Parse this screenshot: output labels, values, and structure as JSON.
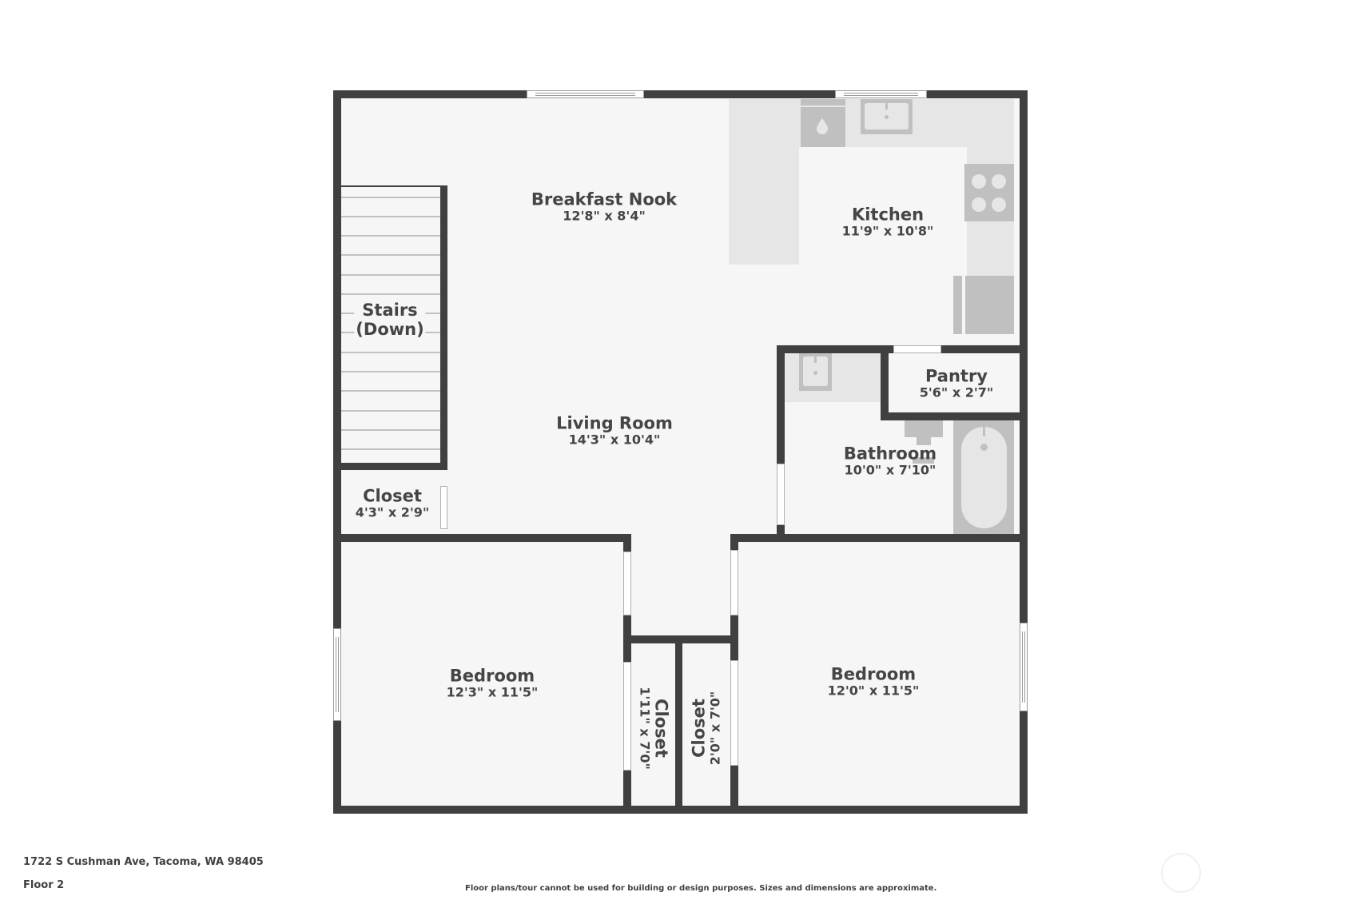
{
  "plan": {
    "floor_label": "Floor 2",
    "address": "1722 S Cushman Ave, Tacoma, WA 98405",
    "disclaimer": "Floor plans/tour cannot be used for building or design purposes. Sizes and dimensions are approximate.",
    "colors": {
      "wall": "#404040",
      "floor": "#f6f6f6",
      "counter": "#e6e6e6",
      "appliance": "#c0c0c0",
      "text": "#454545"
    }
  },
  "rooms": {
    "breakfast_nook": {
      "name": "Breakfast Nook",
      "dim": "12'8\" x 8'4\""
    },
    "kitchen": {
      "name": "Kitchen",
      "dim": "11'9\" x 10'8\""
    },
    "stairs": {
      "name": "Stairs",
      "sub": "(Down)"
    },
    "living_room": {
      "name": "Living Room",
      "dim": "14'3\" x 10'4\""
    },
    "pantry": {
      "name": "Pantry",
      "dim": "5'6\" x 2'7\""
    },
    "bathroom": {
      "name": "Bathroom",
      "dim": "10'0\" x 7'10\""
    },
    "closet_stairs": {
      "name": "Closet",
      "dim": "4'3\" x 2'9\""
    },
    "bedroom_left": {
      "name": "Bedroom",
      "dim": "12'3\" x 11'5\""
    },
    "bedroom_right": {
      "name": "Bedroom",
      "dim": "12'0\" x 11'5\""
    },
    "closet_hall_left": {
      "name": "Closet",
      "dim": "1'11\" x 7'0\""
    },
    "closet_hall_right": {
      "name": "Closet",
      "dim": "2'0\" x 7'0\""
    }
  }
}
